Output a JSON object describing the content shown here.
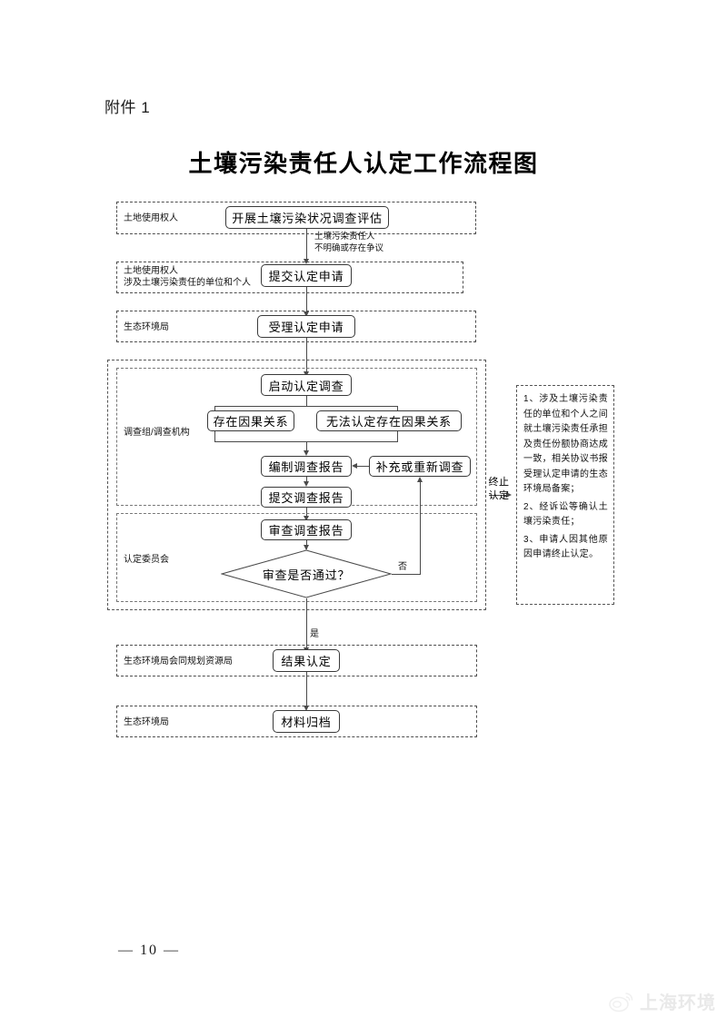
{
  "document": {
    "attachment_label": "附件 1",
    "title": "土壤污染责任人认定工作流程图",
    "page_number": "— 10 —",
    "watermark_text": "上海环境"
  },
  "lanes": [
    {
      "id": "lane-land-user",
      "label": "土地使用权人"
    },
    {
      "id": "lane-applicants",
      "label": "土地使用权人\n涉及土壤污染责任的单位和个人"
    },
    {
      "id": "lane-eco-bureau-accept",
      "label": "生态环境局"
    },
    {
      "id": "lane-investigation-team",
      "label": "调查组/调查机构"
    },
    {
      "id": "lane-review-committee",
      "label": "认定委员会"
    },
    {
      "id": "lane-eco-bureau-planning",
      "label": "生态环境局会同规划资源局"
    },
    {
      "id": "lane-eco-bureau-archive",
      "label": "生态环境局"
    }
  ],
  "nodes": {
    "survey_assessment": "开展土壤污染状况调查评估",
    "submit_application": "提交认定申请",
    "accept_application": "受理认定申请",
    "start_investigation": "启动认定调查",
    "causal_exists": "存在因果关系",
    "causal_undetermined": "无法认定存在因果关系",
    "compile_report": "编制调查报告",
    "supplement_reinvestigate": "补充或重新调查",
    "submit_report": "提交调查报告",
    "review_report": "审查调查报告",
    "decision_review_pass": "审查是否通过？",
    "result_determination": "结果认定",
    "archive_materials": "材料归档"
  },
  "edges": {
    "responsible_unclear": "土壤污染责任人\n不明确或存在争议",
    "decision_no": "否",
    "decision_yes": "是",
    "terminate": "终止\n认定"
  },
  "note": {
    "items": [
      "1、涉及土壤污染责任的单位和个人之间就土壤污染责任承担及责任份额协商达成一致，相关协议书报受理认定申请的生态环境局备案；",
      "2、经诉讼等确认土壤污染责任；",
      "3、申请人因其他原因申请终止认定。"
    ]
  },
  "colors": {
    "line": "#4a4a4a",
    "node_border": "#3a3a3a",
    "lane_border": "#4d4d4d",
    "text": "#000000",
    "watermark": "#b8b8b8"
  }
}
